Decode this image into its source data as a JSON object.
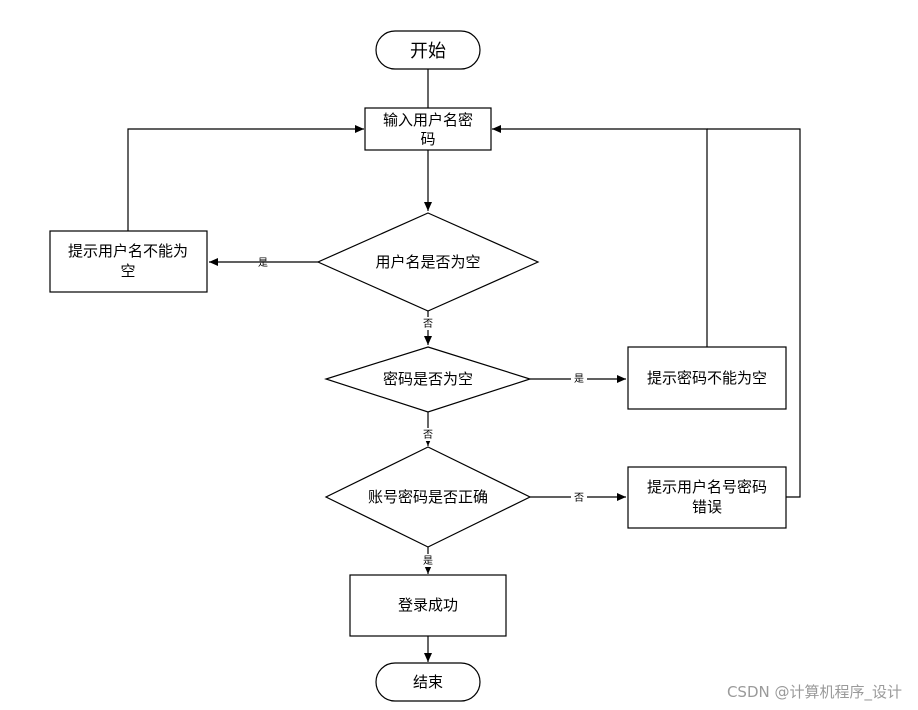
{
  "nodes": {
    "start": "开始",
    "input_line1": "输入用户名密",
    "input_line2": "码",
    "check_user_empty": "用户名是否为空",
    "prompt_user_empty_line1": "提示用户名不能为",
    "prompt_user_empty_line2": "空",
    "check_pwd_empty": "密码是否为空",
    "prompt_pwd_empty": "提示密码不能为空",
    "check_credentials": "账号密码是否正确",
    "prompt_error_line1": "提示用户名号密码",
    "prompt_error_line2": "错误",
    "success": "登录成功",
    "end": "结束"
  },
  "edges": {
    "user_empty_yes": "是",
    "user_empty_no": "否",
    "pwd_empty_yes": "是",
    "pwd_empty_no": "否",
    "credentials_no": "否",
    "credentials_yes": "是"
  },
  "watermark": "CSDN @计算机程序_设计"
}
